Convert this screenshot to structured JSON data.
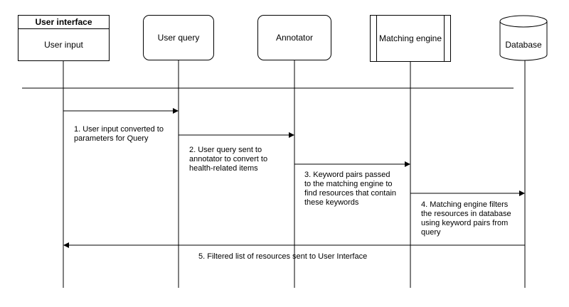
{
  "participants": {
    "user_interface": {
      "title": "User interface",
      "subtitle": "User input"
    },
    "user_query": {
      "label": "User query"
    },
    "annotator": {
      "label": "Annotator"
    },
    "matching_engine": {
      "label": "Matching engine"
    },
    "database": {
      "label": "Database"
    }
  },
  "messages": [
    {
      "label": "1. User input converted to\nparameters for Query"
    },
    {
      "label": "2. User query sent to\nannotator to convert to\nhealth-related items"
    },
    {
      "label": "3. Keyword pairs passed\nto the matching engine to\nfind resources that contain\nthese keywords"
    },
    {
      "label": "4. Matching engine filters\nthe resources in database\nusing keyword pairs from\nquery"
    },
    {
      "label": "5. Filtered list of resources sent to User Interface"
    }
  ],
  "colors": {
    "stroke": "#000000",
    "background": "#ffffff"
  }
}
